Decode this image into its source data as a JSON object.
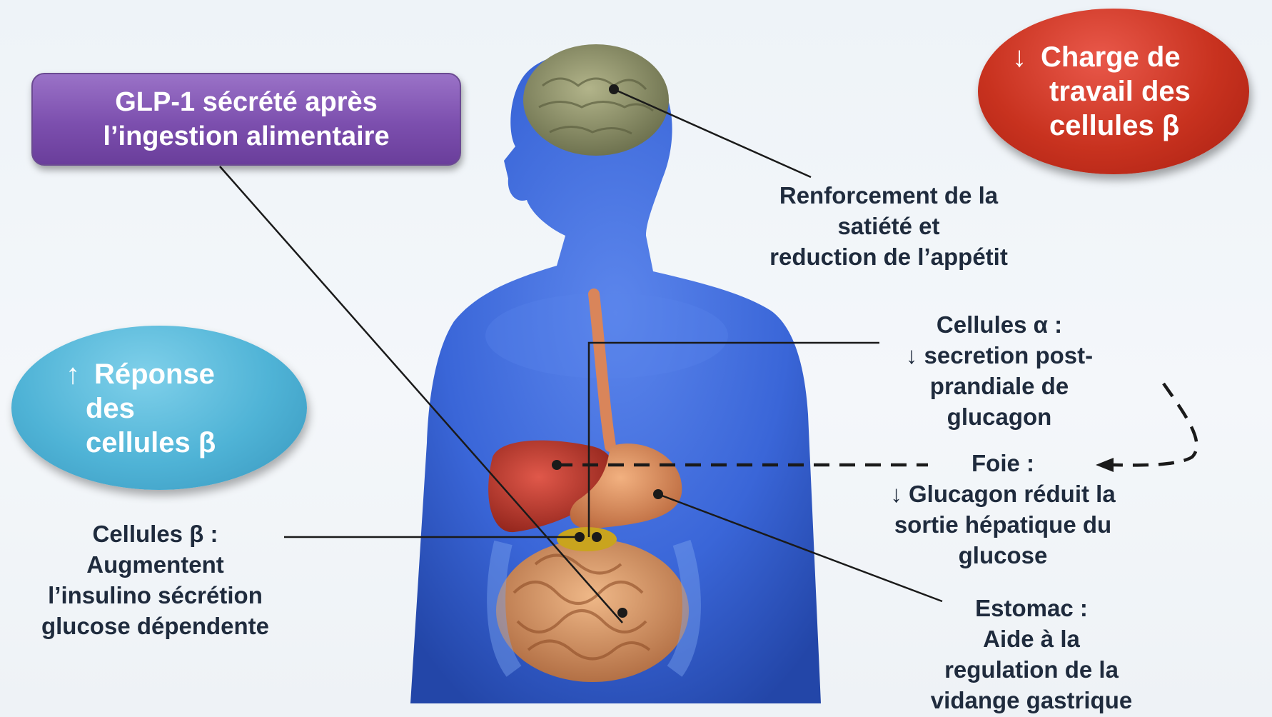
{
  "top_box": {
    "text": "GLP-1 sécrété après\nl’ingestion alimentaire"
  },
  "red_ellipse": {
    "arrow": "↓",
    "lines": [
      "Charge de",
      "travail des",
      "cellules β"
    ]
  },
  "blue_ellipse": {
    "arrow": "↑",
    "lines": [
      "Réponse",
      "des",
      "cellules β"
    ]
  },
  "labels": {
    "brain": "Renforcement de la\nsatiété et\nreduction de l’appétit",
    "alpha": "Cellules α :\n↓ secretion post-\nprandiale de\nglucagon",
    "liver": "Foie :\n↓ Glucagon réduit la\nsortie hépatique du\nglucose",
    "beta": "Cellules β :\nAugmentent\nl’insulino sécrétion\nglucose dépendente",
    "stomach": "Estomac :\nAide à la\nregulation de la\nvidange gastrique"
  },
  "colors": {
    "body": "#3a66d8",
    "brain": "#8e9168",
    "liver": "#b8342a",
    "stomach": "#d88a5a",
    "intestine": "#d9965f",
    "pancreas": "#c9a41e",
    "red_ellipse": "#c8321f",
    "blue_ellipse": "#4fb3d6",
    "purple_box": "#7c4fae"
  }
}
